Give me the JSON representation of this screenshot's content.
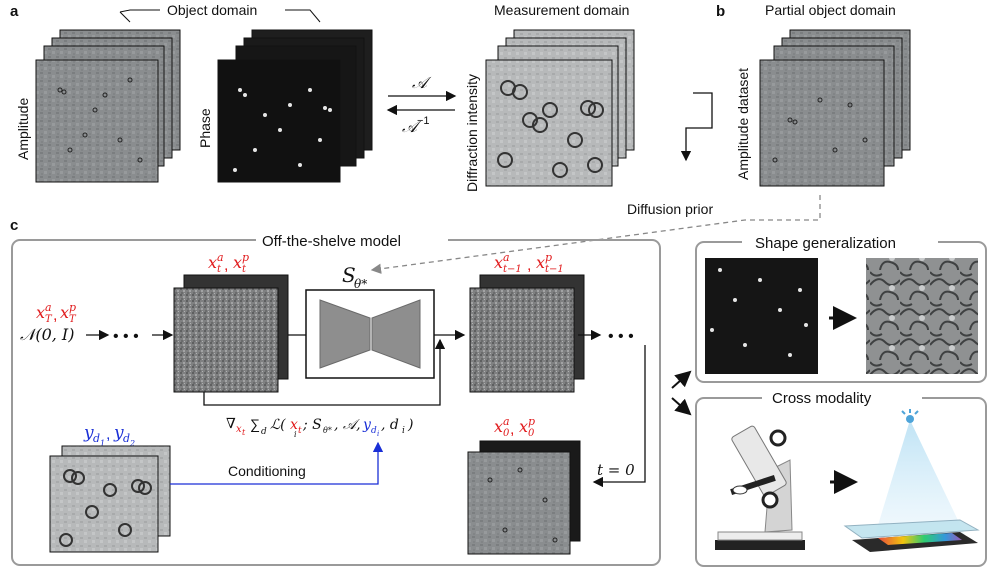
{
  "panel_a": {
    "letter": "a",
    "object_domain": "Object domain",
    "measurement_domain": "Measurement domain",
    "amplitude": "Amplitude",
    "phase": "Phase",
    "diffraction_intensity": "Diffraction intensity",
    "forward_op": "𝒜",
    "inverse_op": "𝒜",
    "inverse_sup": "−1"
  },
  "panel_b": {
    "letter": "b",
    "partial_object_domain": "Partial object domain",
    "amplitude_dataset": "Amplitude dataset",
    "diffusion_prior": "Diffusion prior"
  },
  "panel_c": {
    "letter": "c",
    "model_title": "Off-the-shelve model",
    "x_t": "x",
    "sup_a": "a",
    "sup_p": "p",
    "sub_t": "t",
    "sub_T": "T",
    "sub_t1": "t−1",
    "sub_0": "0",
    "normal": "𝒩(0, I)",
    "dots": "• • •",
    "score_S": "S",
    "score_sub": "θ*",
    "y_d": "y",
    "sub_d1": "d",
    "sub_d1_idx": "1",
    "sub_d2_idx": "2",
    "conditioning": "Conditioning",
    "t_zero": "t = 0",
    "gradient_prefix": "∇",
    "gradient_body_1": "∑",
    "gradient_sub_d": "d",
    "gradient_L": "ℒ(",
    "gradient_mid": "; S",
    "gradient_mid2": ", 𝒜, ",
    "gradient_end": ", d",
    "gradient_i": "i",
    "gradient_close": ")"
  },
  "side": {
    "shape_generalization": "Shape generalization",
    "cross_modality": "Cross modality"
  },
  "colors": {
    "red": "#e0191b",
    "blue": "#1a2fd6",
    "border": "#9a9a9a"
  }
}
